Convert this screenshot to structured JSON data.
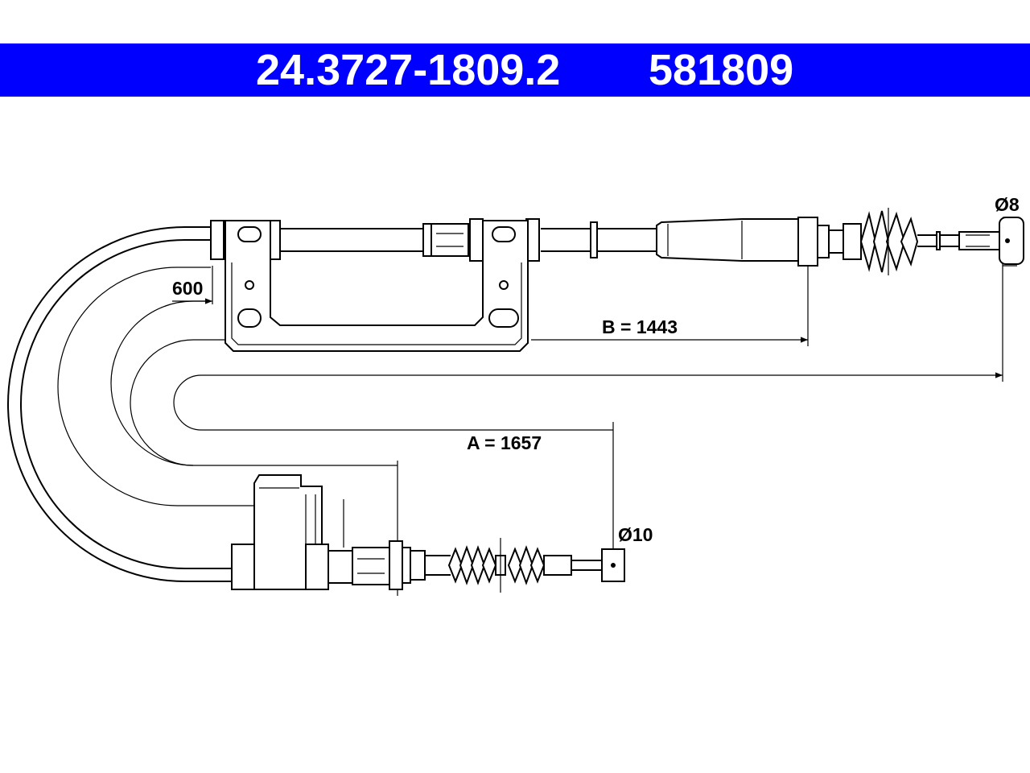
{
  "header": {
    "part_number": "24.3727-1809.2",
    "ref_number": "581809",
    "background_color": "#0000ff",
    "text_color": "#ffffff"
  },
  "dimensions": {
    "a_label": "A = 1657",
    "b_label": "B = 1443",
    "bend_label": "600",
    "dia_top_label": "Ø8",
    "dia_bottom_label": "Ø10"
  }
}
